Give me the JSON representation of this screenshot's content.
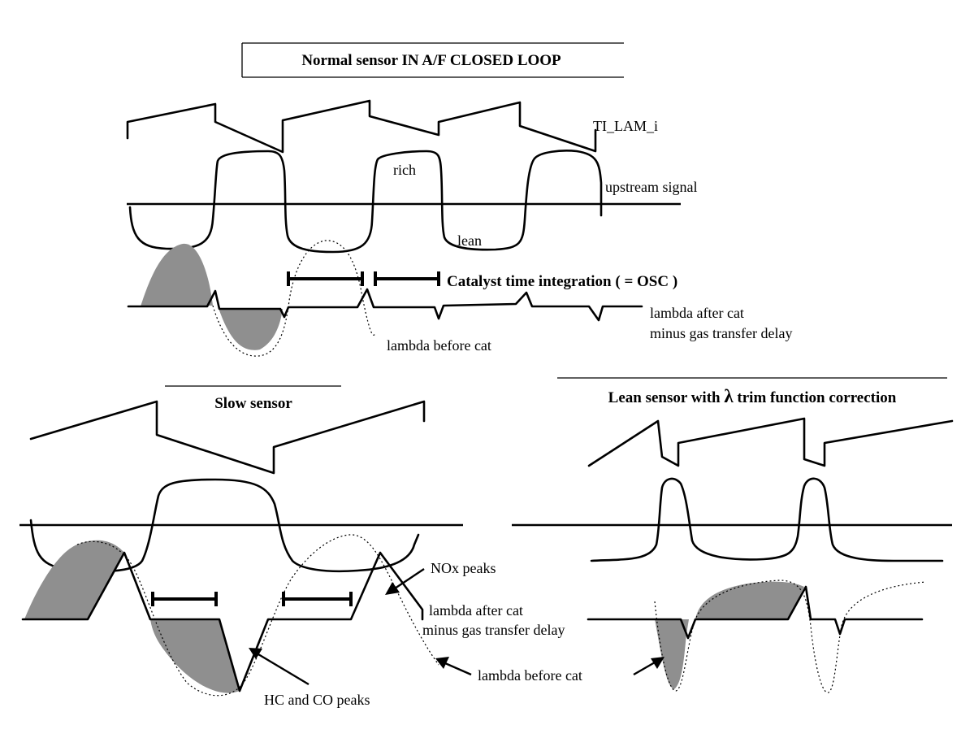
{
  "panels": {
    "normal": {
      "title": "Normal sensor IN A/F CLOSED LOOP",
      "labels": {
        "ti": "TI_LAM_i",
        "upstream": "upstream signal",
        "rich": "rich",
        "lean": "lean",
        "catalyst": "Catalyst time integration ( = OSC )",
        "after_cat_1": "lambda after cat",
        "after_cat_2": "minus gas transfer delay",
        "before_cat": "lambda before cat"
      }
    },
    "slow": {
      "title": "Slow sensor",
      "labels": {
        "nox": "NOx peaks",
        "after_cat_1": "lambda after cat",
        "after_cat_2": "minus gas transfer delay",
        "before_cat": "lambda before cat",
        "hc_co": "HC and CO peaks"
      }
    },
    "lean": {
      "title_prefix": "Lean  sensor with ",
      "title_symbol": "λ",
      "title_suffix": " trim function correction"
    }
  },
  "colors": {
    "line": "#000000",
    "shaded": "#8f8f8f",
    "background": "#ffffff"
  }
}
